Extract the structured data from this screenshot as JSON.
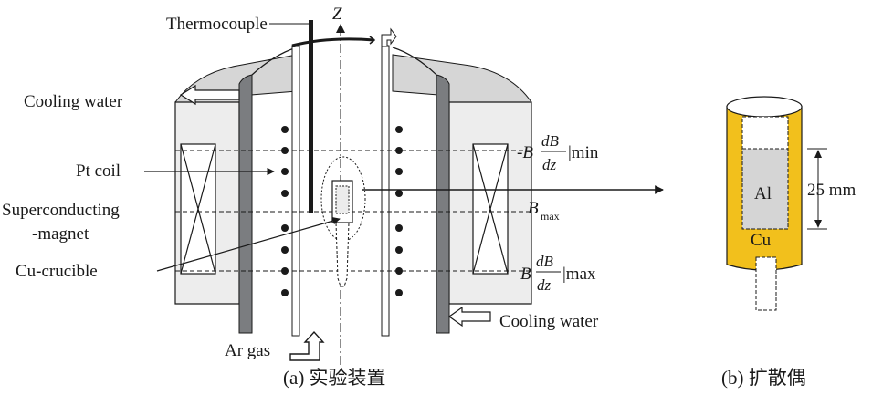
{
  "labels": {
    "thermocouple": "Thermocouple",
    "z_axis": "Z",
    "cooling_water_top": "Cooling water",
    "pt_coil": "Pt coil",
    "superconducting_line1": "Superconducting",
    "superconducting_line2": "-magnet",
    "cu_crucible": "Cu-crucible",
    "ar_gas": "Ar gas",
    "cooling_water_bottom": "Cooling water",
    "b_min_prefix": "-B",
    "b_min_suffix": "|min",
    "b_max_mid": "B",
    "b_max_mid_sub": "max",
    "b_max_prefix": "B",
    "b_max_suffix": "|max",
    "frac_num": "dB",
    "frac_den": "dz",
    "al": "Al",
    "cu": "Cu",
    "dimension": "25 mm",
    "caption_a": "(a) 实验装置",
    "caption_b": "(b) 扩散偶"
  },
  "colors": {
    "line": "#1a1a1a",
    "magnet_shell": "#d2d4d6",
    "coolant_top": "#d6d6d6",
    "tube_wall": "#7b7d80",
    "crucible_gold": "#f2c01c",
    "al_fill": "#d5d5d5"
  }
}
